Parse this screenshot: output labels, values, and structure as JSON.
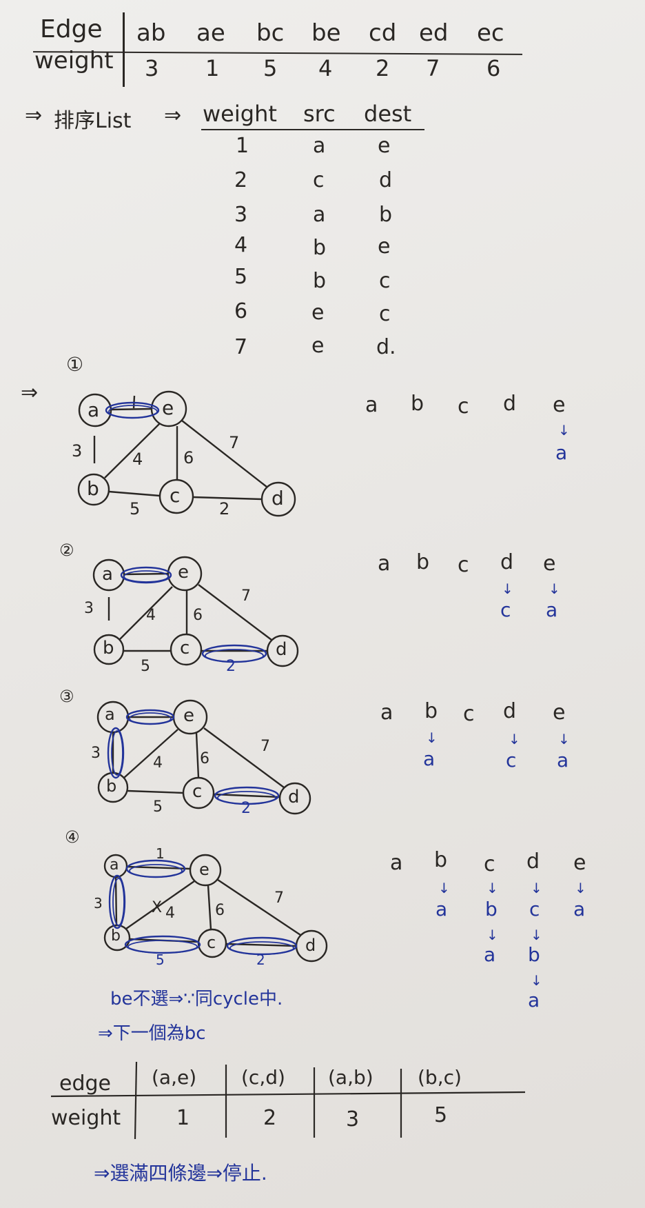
{
  "edge_table": {
    "row_labels": {
      "edge": "Edge",
      "weight": "weight"
    },
    "edges": [
      "ab",
      "ae",
      "bc",
      "be",
      "cd",
      "ed",
      "ec"
    ],
    "weights": [
      "3",
      "1",
      "5",
      "4",
      "2",
      "7",
      "6"
    ]
  },
  "sort_line": {
    "arrow": "⇒",
    "label": "排序List",
    "arrow2": "⇒",
    "headers": [
      "weight",
      "src",
      "dest"
    ],
    "rows": [
      [
        "1",
        "a",
        "e"
      ],
      [
        "2",
        "c",
        "d"
      ],
      [
        "3",
        "a",
        "b"
      ],
      [
        "4",
        "b",
        "e"
      ],
      [
        "5",
        "b",
        "c"
      ],
      [
        "6",
        "e",
        "c"
      ],
      [
        "7",
        "e",
        "d."
      ]
    ]
  },
  "steps": [
    {
      "marker": "①",
      "lead_arrow": "⇒"
    },
    {
      "marker": "②"
    },
    {
      "marker": "③"
    },
    {
      "marker": "④"
    }
  ],
  "graph": {
    "nodes": [
      "a",
      "e",
      "b",
      "c",
      "d"
    ],
    "edge_labels": {
      "ab": "3",
      "ae": "1",
      "be": "4",
      "ec": "6",
      "ed": "7",
      "bc": "5",
      "cd": "2"
    },
    "step4_strike": "X"
  },
  "sets": {
    "headers": [
      "a",
      "b",
      "c",
      "d",
      "e"
    ],
    "arrow": "↓",
    "step1": {
      "e": [
        "a"
      ]
    },
    "step2": {
      "d": [
        "c"
      ],
      "e": [
        "a"
      ]
    },
    "step3": {
      "b": [
        "a"
      ],
      "d": [
        "c"
      ],
      "e": [
        "a"
      ]
    },
    "step4": {
      "b": [
        "a"
      ],
      "c": [
        "b",
        "a"
      ],
      "d": [
        "c",
        "b",
        "a"
      ],
      "e": [
        "a"
      ]
    }
  },
  "notes": {
    "line1": "be不選⇒∵同cycle中.",
    "line2": "⇒下一個為bc"
  },
  "result_table": {
    "row_labels": {
      "edge": "edge",
      "weight": "weight"
    },
    "edges": [
      "(a,e)",
      "(c,d)",
      "(a,b)",
      "(b,c)"
    ],
    "weights": [
      "1",
      "2",
      "3",
      "5"
    ]
  },
  "conclusion": "⇒選滿四條邊⇒停止.",
  "colors": {
    "ink": "#2a2724",
    "blue_ink": "#23349a",
    "paper": "#ebe9e6"
  }
}
